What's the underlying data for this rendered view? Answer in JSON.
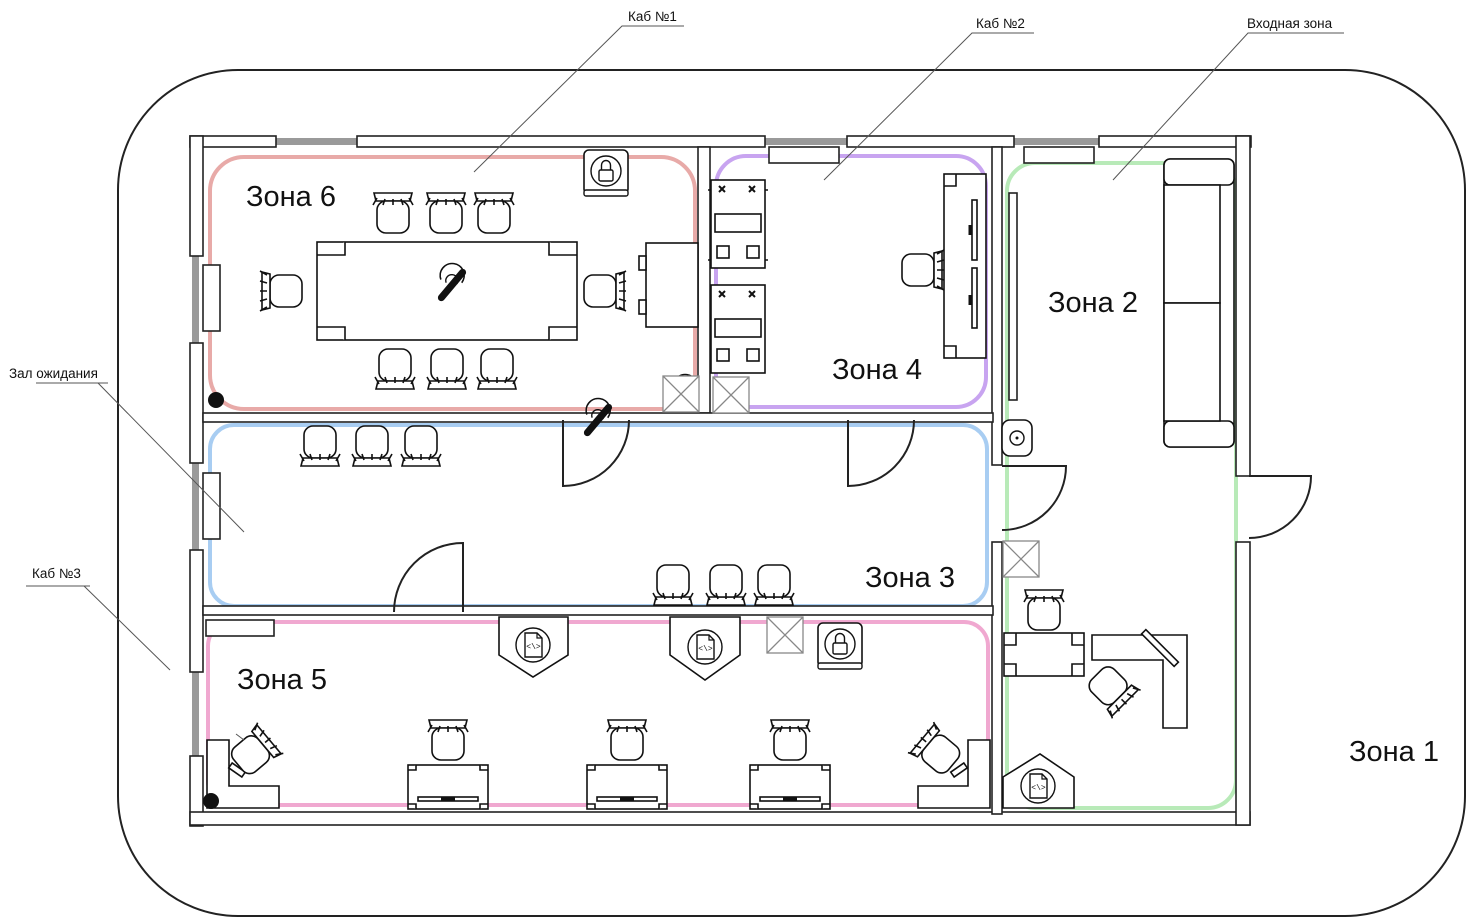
{
  "callouts": {
    "cab1": "Каб №1",
    "cab2": "Каб №2",
    "entrance": "Входная зона",
    "waiting": "Зал ожидания",
    "cab3": "Каб №3"
  },
  "zones": {
    "z1": "Зона 1",
    "z2": "Зона 2",
    "z3": "Зона 3",
    "z4": "Зона 4",
    "z5": "Зона 5",
    "z6": "Зона 6"
  },
  "icons": {
    "server_lock": "lock-icon",
    "code_file": "code-file-icon",
    "camera": "camera-icon",
    "sensor": "motion-sensor-icon",
    "chair": "chair-icon"
  },
  "colors": {
    "zone6": "#e8aaa8",
    "zone4": "#c8a4f0",
    "zone3": "#a8cdf2",
    "zone5": "#f0a8d0",
    "zone2": "#b8eab8",
    "wall": "#222222",
    "window_gap": "#9a9a9a"
  }
}
